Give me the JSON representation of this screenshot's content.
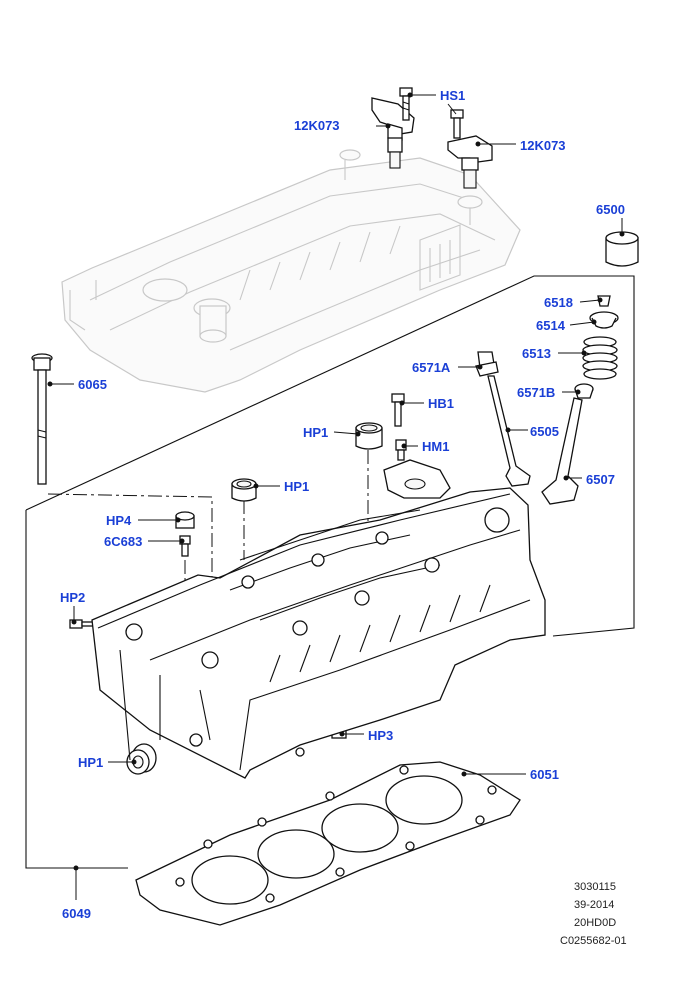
{
  "callouts": {
    "HS1": "HS1",
    "12K073_a": "12K073",
    "12K073_b": "12K073",
    "6500": "6500",
    "6518": "6518",
    "6514": "6514",
    "6513": "6513",
    "6571A": "6571A",
    "6571B": "6571B",
    "6065": "6065",
    "HB1": "HB1",
    "HP1_top": "HP1",
    "HM1": "HM1",
    "6505": "6505",
    "HP1_mid": "HP1",
    "6507": "6507",
    "HP4": "HP4",
    "6C683": "6C683",
    "HP2": "HP2",
    "HP3": "HP3",
    "HP1_bottom": "HP1",
    "6051": "6051",
    "6049": "6049"
  },
  "reference": {
    "line1": "3030115",
    "line2": "39-2014",
    "line3": "20HD0D",
    "line4": "C0255682-01"
  },
  "colors": {
    "callout": "#1a3fd6",
    "line": "#111111",
    "ghost": "#c8c8c8"
  }
}
